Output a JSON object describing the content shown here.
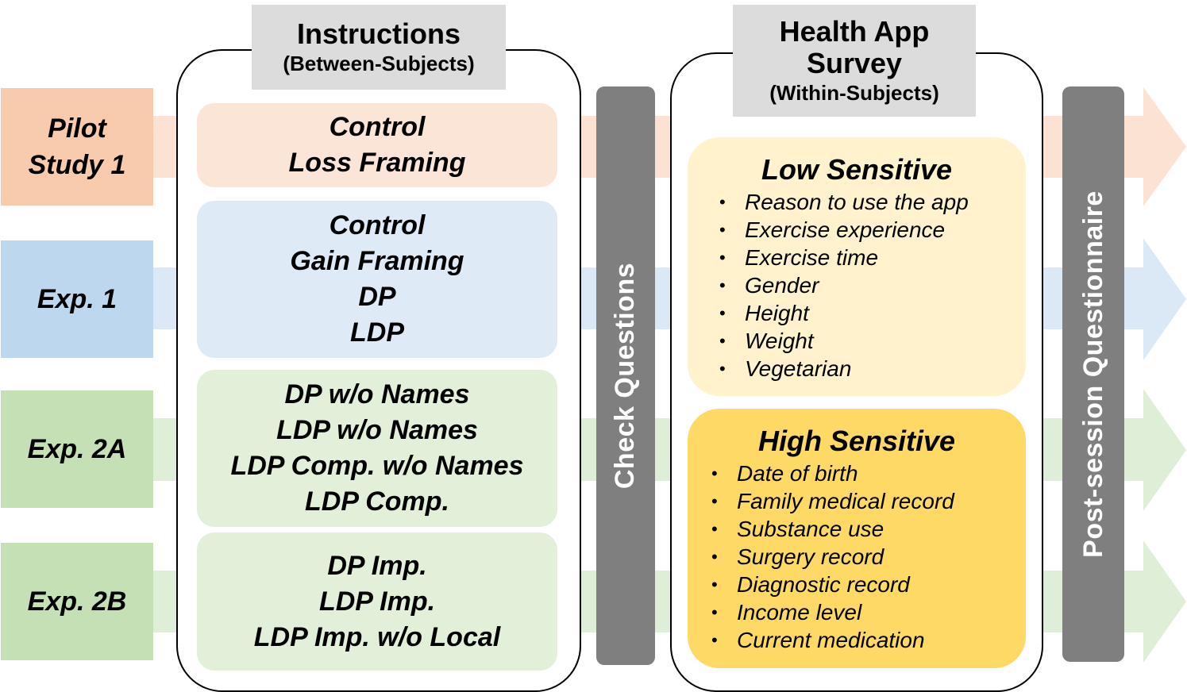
{
  "colors": {
    "pilot": "#f8cbad",
    "exp1": "#bdd7ee",
    "exp2": "#c5e0b4",
    "pilot_group": "#fbe5d6",
    "exp1_group": "#deebf7",
    "exp2_group": "#e2f0d9",
    "header": "#dcdcdc",
    "bar": "#7f7f7f",
    "low": "#fff2cc",
    "high": "#ffd966"
  },
  "rows": {
    "pilot": {
      "label_line1": "Pilot",
      "label_line2": "Study 1"
    },
    "exp1": {
      "label": "Exp. 1"
    },
    "exp2a": {
      "label": "Exp. 2A"
    },
    "exp2b": {
      "label": "Exp. 2B"
    }
  },
  "instructions": {
    "title": "Instructions",
    "subtitle": "(Between-Subjects)",
    "groups": [
      [
        "Control",
        "Loss Framing"
      ],
      [
        "Control",
        "Gain Framing",
        "DP",
        "LDP"
      ],
      [
        "DP w/o Names",
        "LDP w/o Names",
        "LDP Comp. w/o Names",
        "LDP Comp."
      ],
      [
        "DP Imp.",
        "LDP Imp.",
        "LDP Imp. w/o Local"
      ]
    ]
  },
  "check_questions": {
    "label": "Check Questions"
  },
  "survey": {
    "title_line1": "Health App",
    "title_line2": "Survey",
    "subtitle": "(Within-Subjects)",
    "low": {
      "title": "Low Sensitive",
      "items": [
        "Reason to use the app",
        "Exercise experience",
        "Exercise time",
        "Gender",
        "Height",
        "Weight",
        "Vegetarian"
      ]
    },
    "high": {
      "title": "High Sensitive",
      "items": [
        "Date of birth",
        "Family medical record",
        "Substance use",
        "Surgery record",
        "Diagnostic record",
        "Income level",
        "Current medication"
      ]
    }
  },
  "post_session": {
    "label": "Post-session Questionnaire"
  },
  "bullet": "•"
}
